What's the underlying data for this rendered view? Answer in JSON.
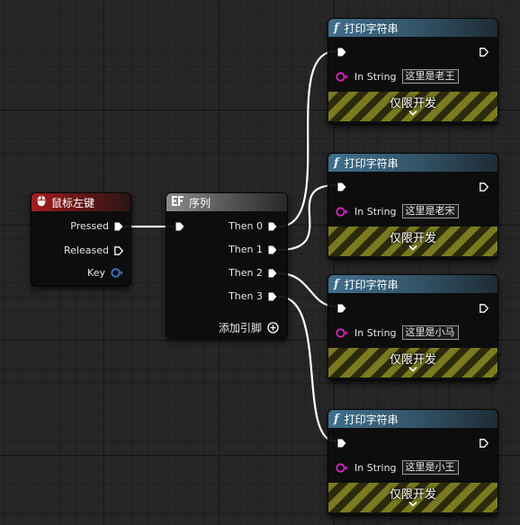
{
  "mouse_node": {
    "title": "鼠标左键",
    "pins": {
      "pressed": "Pressed",
      "released": "Released",
      "key": "Key"
    }
  },
  "sequence_node": {
    "title": "序列",
    "outputs": [
      "Then 0",
      "Then 1",
      "Then 2",
      "Then 3"
    ],
    "add_pin": "添加引脚"
  },
  "print_nodes": [
    {
      "title": "打印字符串",
      "param_label": "In String",
      "value": "这里是老王",
      "dev_label": "仅限开发"
    },
    {
      "title": "打印字符串",
      "param_label": "In String",
      "value": "这里是老宋",
      "dev_label": "仅限开发"
    },
    {
      "title": "打印字符串",
      "param_label": "In String",
      "value": "这里是小马",
      "dev_label": "仅限开发"
    },
    {
      "title": "打印字符串",
      "param_label": "In String",
      "value": "这里是小王",
      "dev_label": "仅限开发"
    }
  ],
  "icons": {
    "mouse": "mouse-icon",
    "sequence": "sequence-icon",
    "function": "function-icon",
    "add": "plus-circle-icon",
    "expand": "chevron-down-icon"
  },
  "colors": {
    "exec_pin": "#ffffff",
    "wire": "#ffffff",
    "key_pin": "#3a7bd5",
    "string_pin": "#e020c8",
    "input_header": "#a71d1d",
    "function_header": "#3f6f8c",
    "dev_stripe": "#7a7a1e"
  }
}
